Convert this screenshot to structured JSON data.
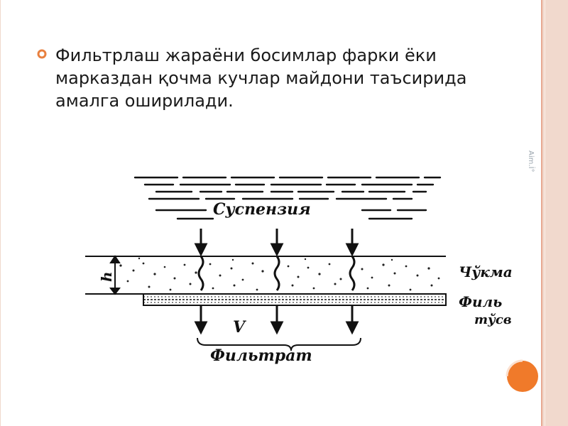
{
  "slide": {
    "bullet_text": "Фильтрлаш жараёни босимлар фарки ёки марказдан қочма кучлар майдони таъсирида амалга оширилади.",
    "side_code": "Aim.İ°",
    "colors": {
      "frame": "#f1d9cd",
      "frame_line": "#e7a890",
      "bullet": "#e8803f",
      "accent_circle": "#f07a2a"
    }
  },
  "diagram": {
    "label_suspension": "Суспензия",
    "label_h": "h",
    "label_cake": "Чўкма",
    "label_partition_1": "Филь",
    "label_partition_2": "тўсв",
    "label_v": "V",
    "label_filtrate": "Фильтрат"
  }
}
